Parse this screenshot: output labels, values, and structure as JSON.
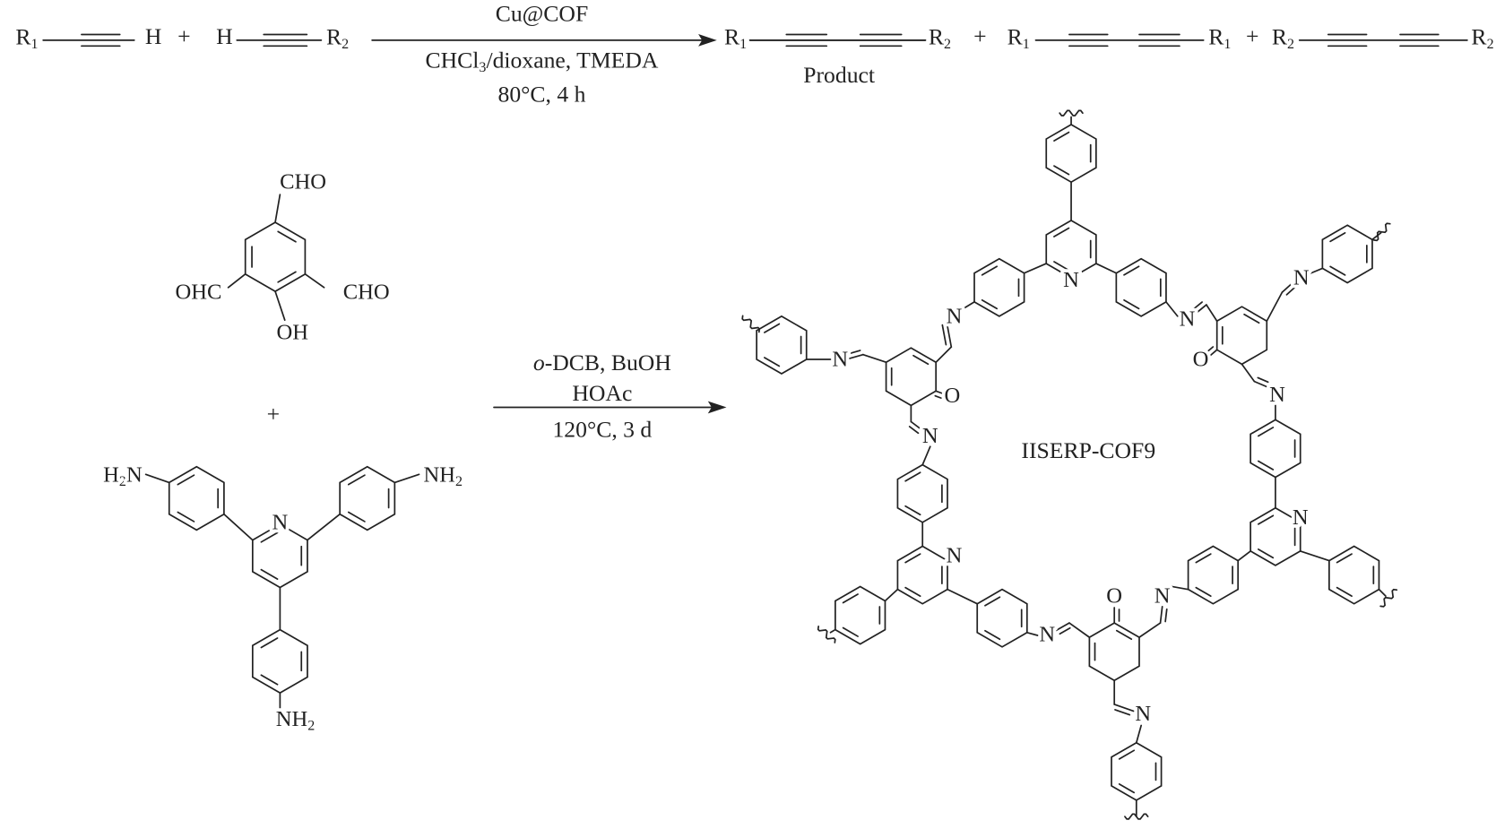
{
  "reaction1": {
    "reactant1": {
      "left": "R",
      "left_sub": "1",
      "right": "H"
    },
    "reactant2": {
      "left": "H",
      "right": "R",
      "right_sub": "2"
    },
    "plus": "+",
    "catalyst": "Cu@COF",
    "solvent_main": "CHCl",
    "solvent_sub": "3",
    "solvent_rest": "/dioxane, TMEDA",
    "conditions": "80°C, 4 h",
    "product": {
      "left": "R",
      "left_sub": "1",
      "right": "R",
      "right_sub": "2",
      "label": "Product"
    },
    "side1": {
      "left": "R",
      "left_sub": "1",
      "right": "R",
      "right_sub": "1"
    },
    "side2": {
      "left": "R",
      "left_sub": "2",
      "right": "R",
      "right_sub": "2"
    }
  },
  "reaction2": {
    "aldehyde": {
      "top": "CHO",
      "left": "OHC",
      "right": "CHO",
      "bottom": "OH"
    },
    "plus": "+",
    "amine": {
      "left": "H",
      "left_sub": "2",
      "left_rest": "N",
      "right": "NH",
      "right_sub": "2",
      "bottom": "NH",
      "bottom_sub": "2",
      "ring_atom": "N"
    },
    "cond_line1_italic": "o",
    "cond_line1": "-DCB, BuOH",
    "cond_line2": "HOAc",
    "cond_line3": "120°C, 3 d",
    "product_name": "IISERP-COF9",
    "atom_N": "N",
    "atom_O": "O"
  }
}
